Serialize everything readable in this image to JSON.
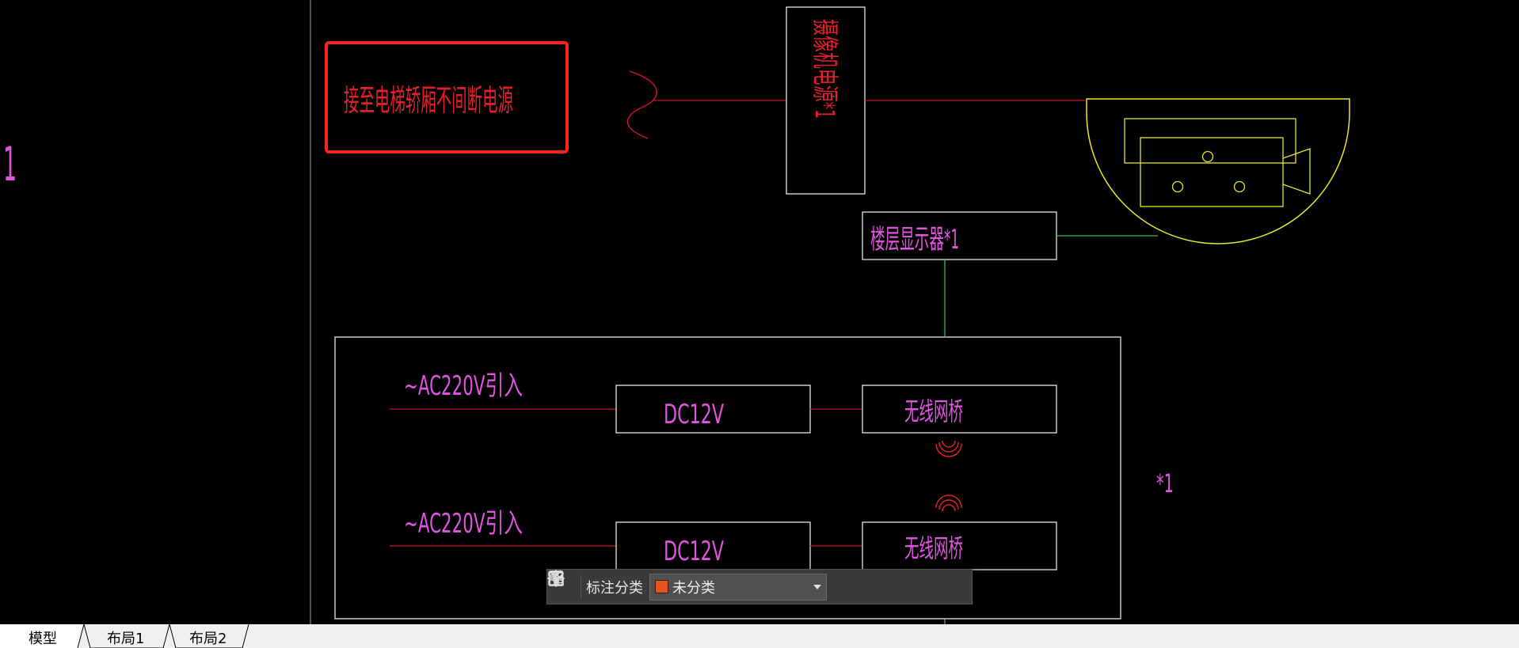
{
  "drawing": {
    "annotation_box_text": "接至电梯轿厢不间断电源",
    "camera_power_text": "摄像机电源*1",
    "floor_display_text": "楼层显示器*1",
    "ac_input_1": "~AC220V引入",
    "ac_input_2": "~AC220V引入",
    "dc_1": "DC12V",
    "dc_2": "DC12V",
    "bridge_1": "无线网桥",
    "bridge_2": "无线网桥",
    "multiplier": "*1",
    "left_mark": "1"
  },
  "toolbar": {
    "label": "标注分类",
    "selected_category": "未分类",
    "swatch_color": "#e8541c"
  },
  "tabs": [
    {
      "label": "模型",
      "active": true
    },
    {
      "label": "布局1",
      "active": false
    },
    {
      "label": "布局2",
      "active": false
    }
  ],
  "colors": {
    "background": "#000000",
    "red_text": "#e0202a",
    "magenta_text": "#e055e0",
    "yellow_line": "#e8e82a",
    "green_line": "#3cb83c",
    "red_line": "#c8102e",
    "white_line": "#e6e6e6"
  }
}
